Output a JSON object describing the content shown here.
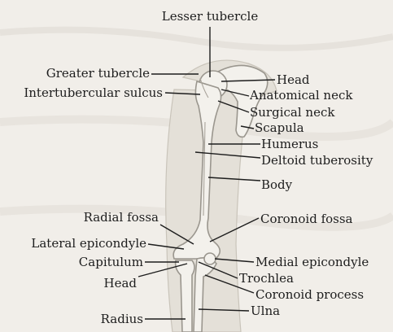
{
  "labels": {
    "lesser_tubercle": "Lesser tubercle",
    "greater_tubercle": "Greater tubercle",
    "intertubercular_sulcus": "Intertubercular sulcus",
    "head": "Head",
    "anatomical_neck": "Anatomical neck",
    "surgical_neck": "Surgical neck",
    "scapula": "Scapula",
    "humerus": "Humerus",
    "deltoid_tuberosity": "Deltoid tuberosity",
    "body": "Body",
    "radial_fossa": "Radial fossa",
    "coronoid_fossa": "Coronoid fossa",
    "lateral_epicondyle": "Lateral epicondyle",
    "capitulum": "Capitulum",
    "medial_epicondyle": "Medial epicondyle",
    "radius_head": "Head",
    "trochlea": "Trochlea",
    "coronoid_process": "Coronoid process",
    "radius": "Radius",
    "ulna": "Ulna"
  }
}
